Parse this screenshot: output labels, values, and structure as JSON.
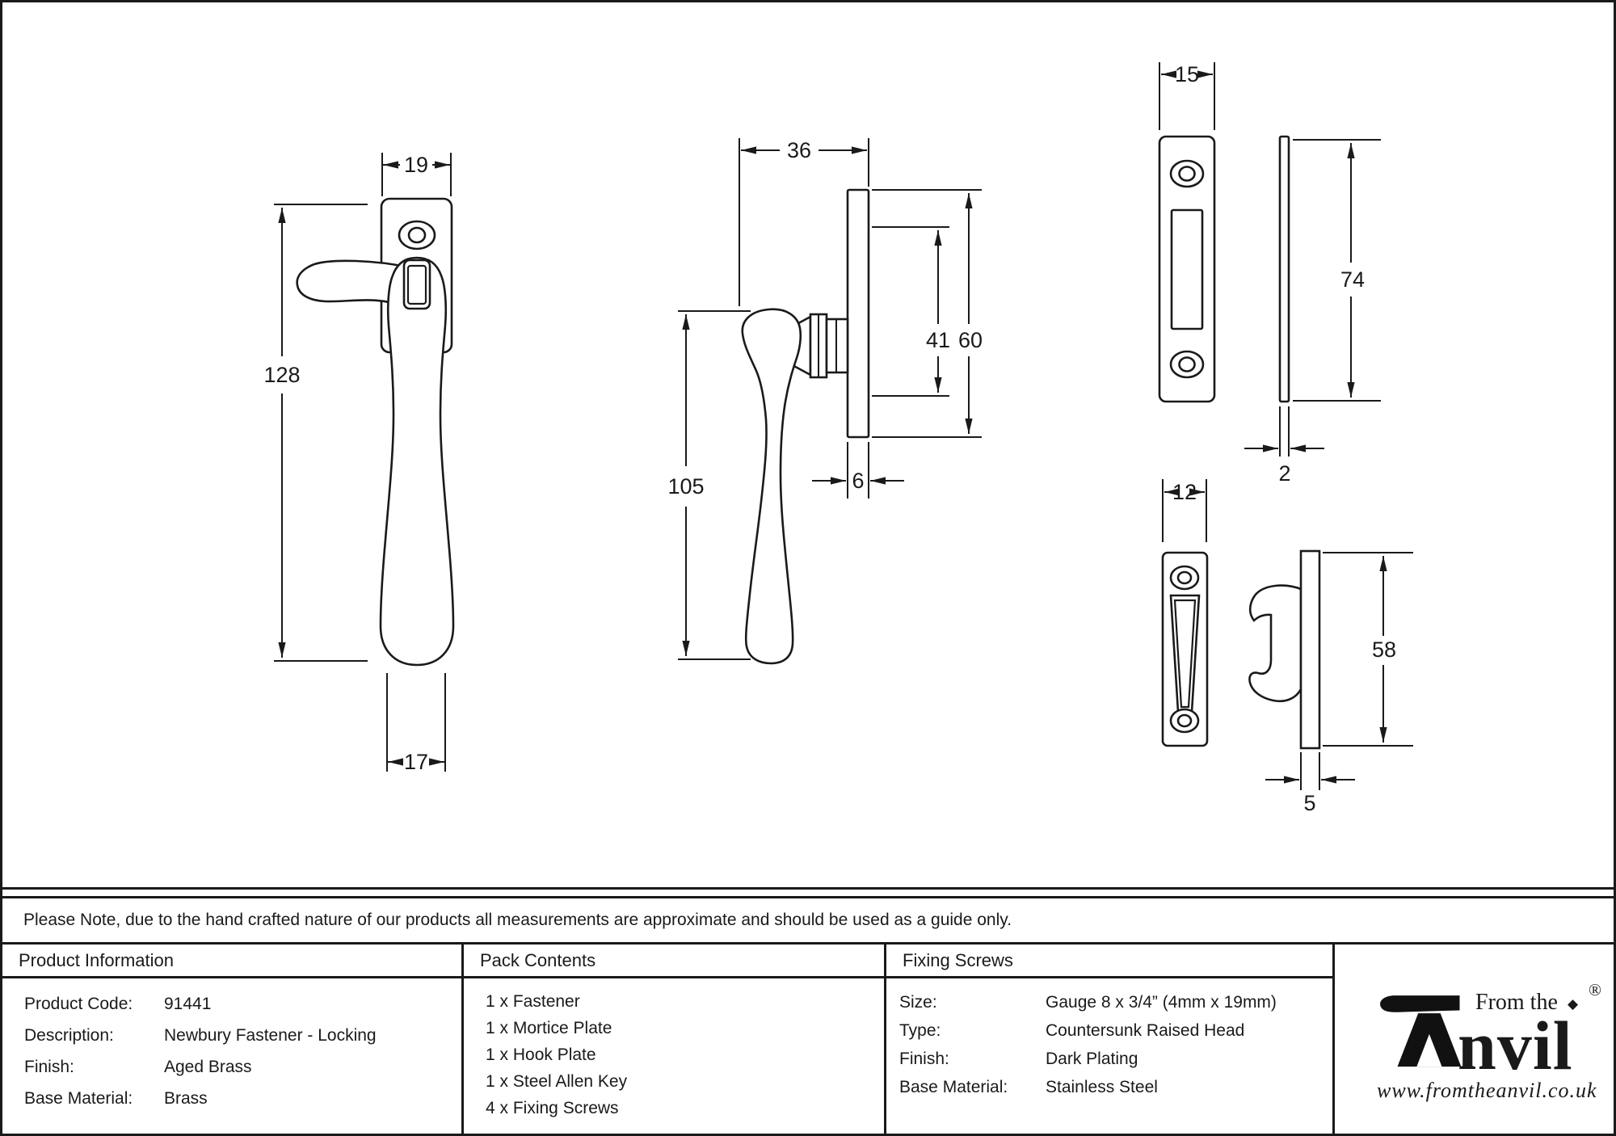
{
  "note": "Please Note, due to the hand crafted nature of our products all measurements are approximate and should be used as a guide only.",
  "drawings": {
    "fastener_front": {
      "width": "19",
      "height": "128",
      "handle_width": "17"
    },
    "fastener_side": {
      "depth": "36",
      "handle_length": "105",
      "fixing_centres": "41",
      "plate_height": "60",
      "plate_thickness": "6"
    },
    "mortice_plate": {
      "width": "15",
      "height": "74",
      "thickness": "2"
    },
    "hook_plate": {
      "width": "12",
      "height": "58",
      "thickness": "5"
    }
  },
  "product_information": {
    "title": "Product Information",
    "rows": [
      {
        "label": "Product Code:",
        "value": "91441"
      },
      {
        "label": "Description:",
        "value": "Newbury Fastener - Locking"
      },
      {
        "label": "Finish:",
        "value": "Aged Brass"
      },
      {
        "label": "Base Material:",
        "value": "Brass"
      }
    ]
  },
  "pack_contents": {
    "title": "Pack Contents",
    "items": [
      "1 x Fastener",
      "1 x Mortice Plate",
      "1 x Hook Plate",
      "1 x Steel Allen Key",
      "4 x Fixing Screws"
    ]
  },
  "fixing_screws": {
    "title": "Fixing Screws",
    "rows": [
      {
        "label": "Size:",
        "value": "Gauge 8 x 3/4” (4mm x 19mm)"
      },
      {
        "label": "Type:",
        "value": "Countersunk Raised Head"
      },
      {
        "label": "Finish:",
        "value": "Dark Plating"
      },
      {
        "label": "Base Material:",
        "value": "Stainless Steel"
      }
    ]
  },
  "logo": {
    "prefix": "From the",
    "word_rest": "nvil",
    "diamond": "◆",
    "registered": "®",
    "website": "www.fromtheanvil.co.uk"
  }
}
